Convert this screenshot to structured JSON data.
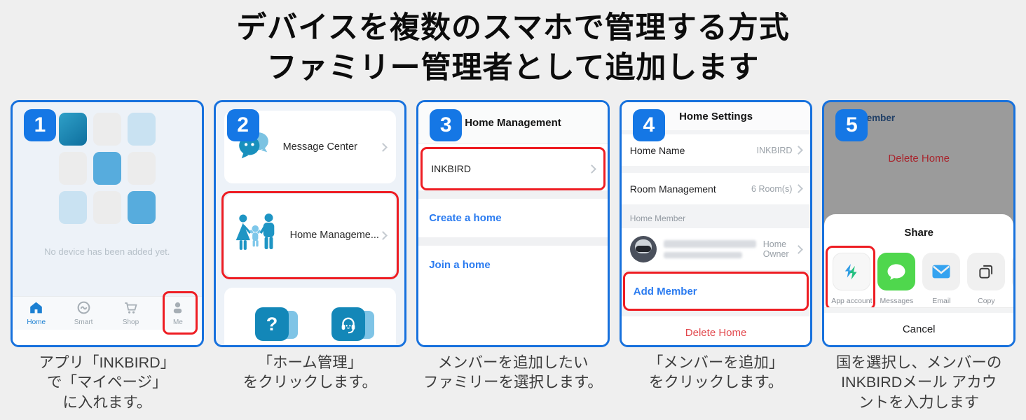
{
  "title": {
    "line1": "デバイスを複数のスマホで管理する方式",
    "line2": "ファミリー管理者として追加します"
  },
  "colors": {
    "panel_border_blue": "#1771dd",
    "badge_blue": "#1577e5",
    "highlight_red": "#ee1d23",
    "link_blue": "#2a7bf0",
    "danger_red": "#e2484d",
    "teal_icon": "#1387b8",
    "messages_green": "#4fd74d",
    "email_blue": "#35a3f0"
  },
  "panels": {
    "p1": {
      "badge": "1",
      "empty_text": "No device has been added yet.",
      "nav": [
        {
          "label": "Home",
          "icon": "home-icon",
          "active": true
        },
        {
          "label": "Smart",
          "icon": "smart-icon",
          "active": false
        },
        {
          "label": "Shop",
          "icon": "shop-icon",
          "active": false
        },
        {
          "label": "Me",
          "icon": "me-icon",
          "active": false
        }
      ],
      "caption": "アプリ「INKBIRD」\nで「マイページ」\nに入れます。"
    },
    "p2": {
      "badge": "2",
      "message_center": "Message Center",
      "home_management": "Home Manageme...",
      "icons": [
        "message-center-icon",
        "family-icon",
        "help-icon",
        "support-icon"
      ],
      "caption": "「ホーム管理」\nをクリックします。"
    },
    "p3": {
      "badge": "3",
      "header": "Home Management",
      "home_name": "INKBIRD",
      "create_home": "Create a home",
      "join_home": "Join a home",
      "caption": "メンバーを追加したい\nファミリーを選択します。"
    },
    "p4": {
      "badge": "4",
      "header": "Home Settings",
      "rows": [
        {
          "label": "Home Name",
          "value": "INKBIRD"
        },
        {
          "label": "Room Management",
          "value": "6 Room(s)"
        }
      ],
      "section_label": "Home Member",
      "member_role": "Home Owner",
      "add_member": "Add Member",
      "delete_home": "Delete Home",
      "caption": "「メンバーを追加」\nをクリックします。"
    },
    "p5": {
      "badge": "5",
      "dimmed_add_member": "Add Member",
      "dimmed_delete_home": "Delete Home",
      "share_title": "Share",
      "share_items": [
        {
          "label": "App account",
          "icon": "app-account-icon"
        },
        {
          "label": "Messages",
          "icon": "messages-icon"
        },
        {
          "label": "Email",
          "icon": "email-icon"
        },
        {
          "label": "Copy",
          "icon": "copy-icon"
        }
      ],
      "cancel": "Cancel",
      "caption": "国を選択し、メンバーの\nINKBIRDメール アカウ\nントを入力します"
    }
  }
}
